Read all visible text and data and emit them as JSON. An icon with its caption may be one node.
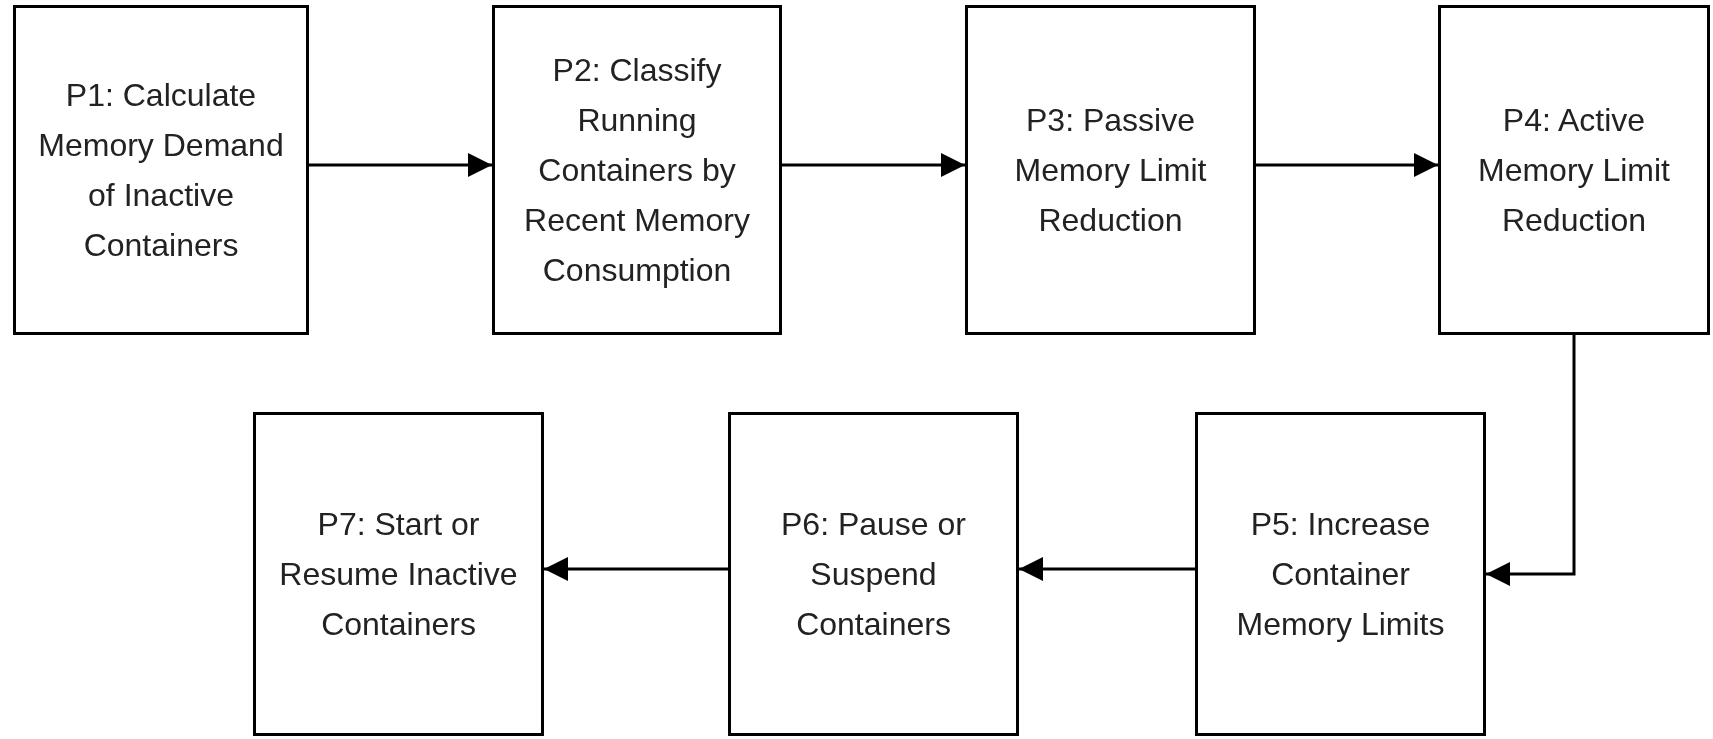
{
  "diagram": {
    "nodes": [
      {
        "text": [
          "P1: Calculate Memory Demand of Inactive Containers"
        ]
      },
      {
        "text": [
          "P2: Classify Running Containers by Recent Memory Consumption"
        ]
      },
      {
        "text": [
          "P3: Passive Memory Limit Reduction"
        ]
      },
      {
        "text": [
          "P4: Active Memory Limit Reduction"
        ]
      },
      {
        "text": [
          "P5: Increase Container Memory Limits"
        ]
      },
      {
        "text": [
          "P6: Pause or Suspend Containers"
        ]
      },
      {
        "text": [
          "P7: Start or Resume Inactive Containers"
        ]
      }
    ],
    "edges": [
      {
        "from": 0,
        "to": 1,
        "arrow": "to"
      },
      {
        "from": 1,
        "to": 2,
        "arrow": "to"
      },
      {
        "from": 2,
        "to": 3,
        "arrow": "to"
      },
      {
        "from": 3,
        "to": 4,
        "arrow": "to"
      },
      {
        "from": 4,
        "to": 5,
        "arrow": "to"
      },
      {
        "from": 5,
        "to": 6,
        "arrow": "to"
      }
    ]
  }
}
